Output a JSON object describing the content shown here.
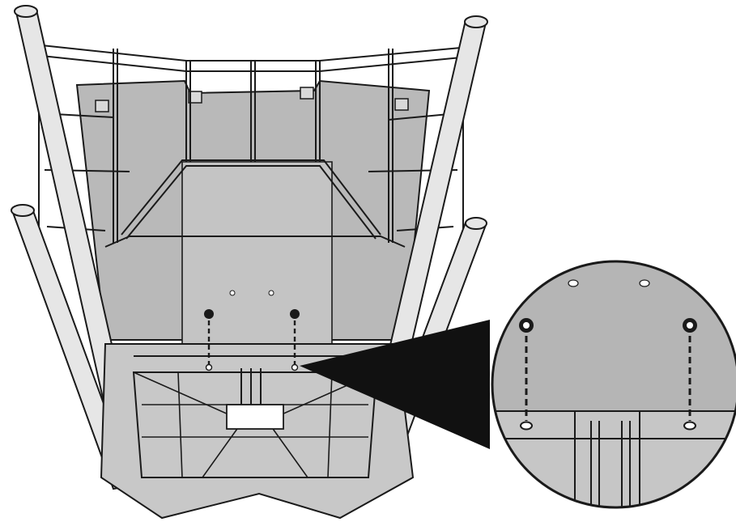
{
  "diagram": {
    "kind": "assembly-instruction",
    "palette": {
      "line": "#1a1a1a",
      "panel": "#b9b9b9",
      "panel_light": "#c8c8c8",
      "frame_fill": "#e6e6e6",
      "background": "#ffffff"
    },
    "parts": [
      "tubular-frame",
      "wire-basket",
      "rear-panel",
      "base-tray",
      "mounting-screw",
      "detail-magnifier"
    ],
    "fasteners": {
      "count": 2,
      "icon": "screw-icon",
      "direction": "down"
    }
  }
}
